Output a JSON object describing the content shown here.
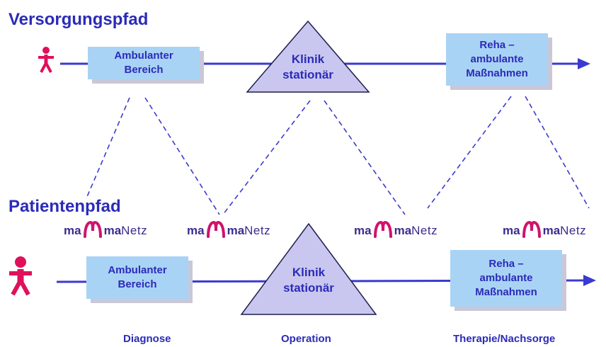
{
  "colors": {
    "path_line": "#3a3ad0",
    "box_fill": "#a9d3f5",
    "box_shadow": "#c8c8d8",
    "triangle_fill": "#c9c7ef",
    "text": "#2b2bb8",
    "person": "#e0105a",
    "logo_text": "#3a2c8c",
    "logo_mark": "#d0136a"
  },
  "top": {
    "heading": "Versorgungspfad",
    "box_ambulant": "Ambulanter\nBereich",
    "triangle": "Klinik\nstationär",
    "box_reha": "Reha –\nambulante\nMaßnahmen",
    "person_icon": "person-icon"
  },
  "bottom": {
    "heading": "Patientenpfad",
    "box_ambulant": "Ambulanter\nBereich",
    "triangle": "Klinik\nstationär",
    "box_reha": "Reha –\nambulante\nMaßnahmen",
    "person_icon": "person-icon"
  },
  "logo": {
    "prefix": "ma",
    "middle": "ma",
    "suffix": "Netz",
    "mark_icon": "mamma-logo-icon"
  },
  "phases": [
    "Diagnose",
    "Operation",
    "Therapie/Nachsorge"
  ]
}
